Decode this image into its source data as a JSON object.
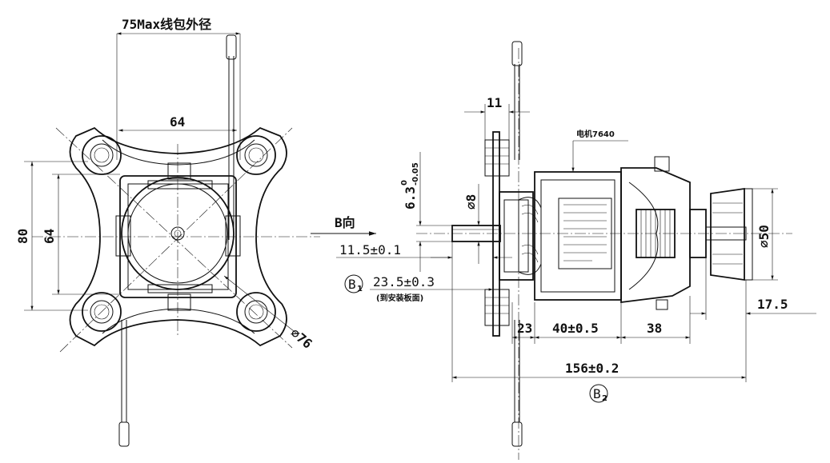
{
  "left_view": {
    "coil_od_label": "75Max线包外径",
    "top_width": "64",
    "height_outer": "80",
    "height_inner": "64",
    "diameter_label": "⌀76"
  },
  "right_view": {
    "motor_label": "电机7640",
    "width_11": "11",
    "shaft_tol": "6.3",
    "shaft_tol_sup": "0",
    "shaft_tol_sub": "-0.05",
    "dia8": "⌀8",
    "b_direction": "B向",
    "dim_11_5": "11.5±0.1",
    "b1_mark": "B",
    "b1_sub": "1",
    "dim_23_5": "23.5±0.3",
    "mount_note": "(到安装板面)",
    "dim_23": "23",
    "dim_40": "40±0.5",
    "dim_38": "38",
    "dim_156": "156±0.2",
    "b2_mark": "B",
    "b2_sub": "2",
    "dia50": "⌀50",
    "dim_17_5": "17.5"
  }
}
